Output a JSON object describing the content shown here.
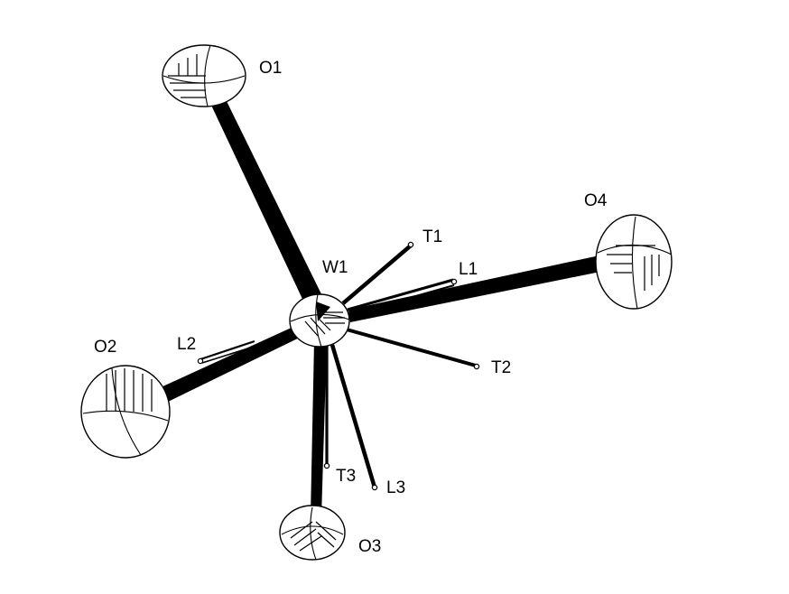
{
  "labels": {
    "W1": "W1",
    "O1": "O1",
    "O2": "O2",
    "O3": "O3",
    "O4": "O4",
    "T1": "T1",
    "T2": "T2",
    "T3": "T3",
    "L1": "L1",
    "L2": "L2",
    "L3": "L3"
  }
}
